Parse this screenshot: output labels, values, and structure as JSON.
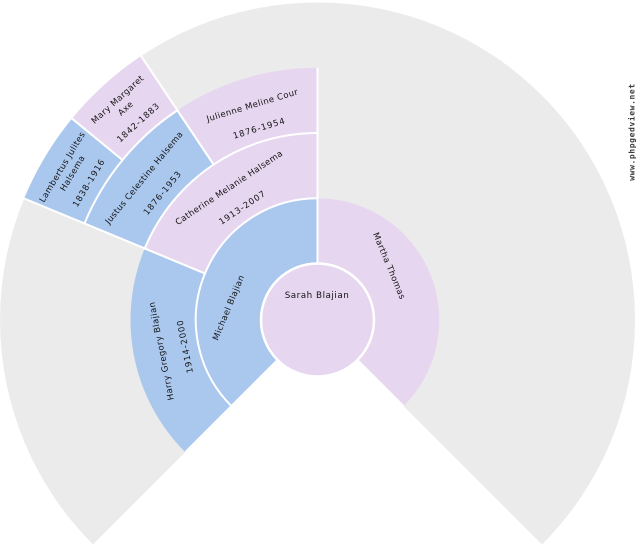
{
  "chart_data": {
    "type": "fan",
    "title": "",
    "fan_degrees": 270,
    "generations_shown": 5,
    "legend_position": "none",
    "colors": {
      "male": "#aac7ee",
      "female": "#e7d6f0",
      "empty": "#ebebeb",
      "background": "#ffffff",
      "cell_border": "#ffffff",
      "text": "#141414"
    },
    "center_person": {
      "name": "Sarah Blajian",
      "sex": "F"
    },
    "ancestors": [
      {
        "name": "Michael Blajian",
        "dates": "",
        "name_lines": [
          "Michael Blajian"
        ],
        "generation": 1,
        "slot": 0,
        "sex": "M"
      },
      {
        "name": "Martha Thomas",
        "dates": "",
        "name_lines": [
          "Martha Thomas"
        ],
        "generation": 1,
        "slot": 1,
        "sex": "F"
      },
      {
        "name": "Harry Gregory Blajian",
        "dates": "1914-2000",
        "name_lines": [
          "Harry Gregory Blajian"
        ],
        "generation": 2,
        "slot": 0,
        "sex": "M"
      },
      {
        "name": "Catherine Melanie Halsema",
        "dates": "1913-2007",
        "name_lines": [
          "Catherine Melanie Halsema"
        ],
        "generation": 2,
        "slot": 1,
        "sex": "F"
      },
      {
        "name": "Justus Celestine Halsema",
        "dates": "1876-1953",
        "name_lines": [
          "Justus Celestine Halsema"
        ],
        "generation": 3,
        "slot": 2,
        "sex": "M"
      },
      {
        "name": "Julienne Meline Cour",
        "dates": "1876-1954",
        "name_lines": [
          "Julienne Meline Cour"
        ],
        "generation": 3,
        "slot": 3,
        "sex": "F"
      },
      {
        "name": "Lambertus Julites Halsema",
        "dates": "1838-1916",
        "name_lines": [
          "Lambertus Julites",
          "Halsema"
        ],
        "generation": 4,
        "slot": 4,
        "sex": "M"
      },
      {
        "name": "Mary Margaret Axe",
        "dates": "1842-1883",
        "name_lines": [
          "Mary Margaret",
          "Axe"
        ],
        "generation": 4,
        "slot": 5,
        "sex": "F"
      }
    ],
    "watermark": "www.phpgedview.net"
  }
}
